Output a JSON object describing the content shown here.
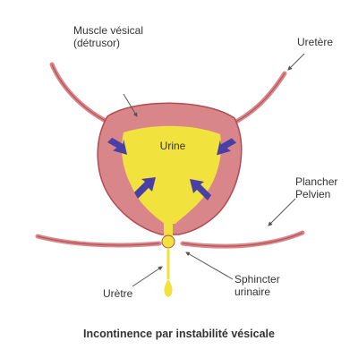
{
  "labels": {
    "muscle_line1": "Muscle vésical",
    "muscle_line2": "(détrusor)",
    "uretere": "Uretère",
    "urine": "Urine",
    "plancher_line1": "Plancher",
    "plancher_line2": "Pelvien",
    "sphincter_line1": "Sphincter",
    "sphincter_line2": "urinaire",
    "uretre": "Urètre"
  },
  "caption": "Incontinence par instabilité vésicale",
  "colors": {
    "bladder_wall": "#d9868a",
    "outline": "#b24a50",
    "urine": "#f2e23d",
    "arrows": "#4a3fa6",
    "pointer": "#555555",
    "text": "#333333"
  }
}
